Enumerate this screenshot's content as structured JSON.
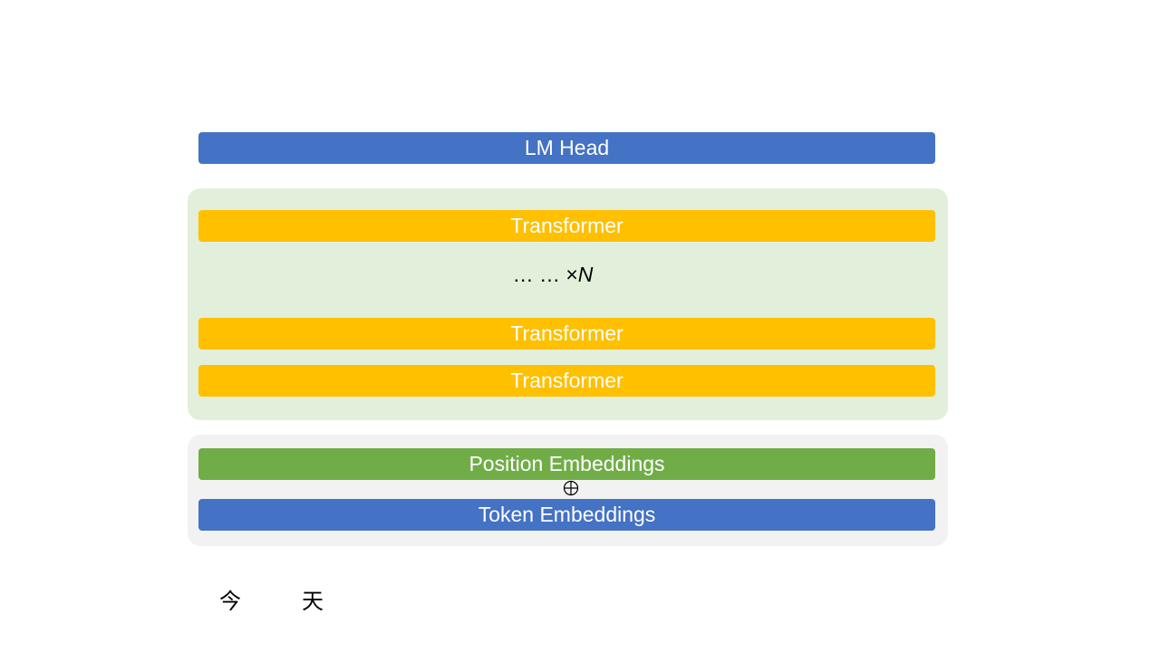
{
  "colors": {
    "blue": "#4472c4",
    "orange": "#ffc000",
    "green": "#70ad47",
    "stack_bg": "#e2efda",
    "embed_bg": "#f2f2f2"
  },
  "lm_head": {
    "label": "LM Head"
  },
  "transformer_stack": {
    "layers": [
      {
        "label": "Transformer"
      },
      {
        "label": "Transformer"
      },
      {
        "label": "Transformer"
      }
    ],
    "repeat_text": "… … ×",
    "repeat_var": "N"
  },
  "embeddings": {
    "position": "Position Embeddings",
    "operator": "⊕",
    "token": "Token Embeddings"
  },
  "input_tokens": [
    "今",
    "天"
  ]
}
